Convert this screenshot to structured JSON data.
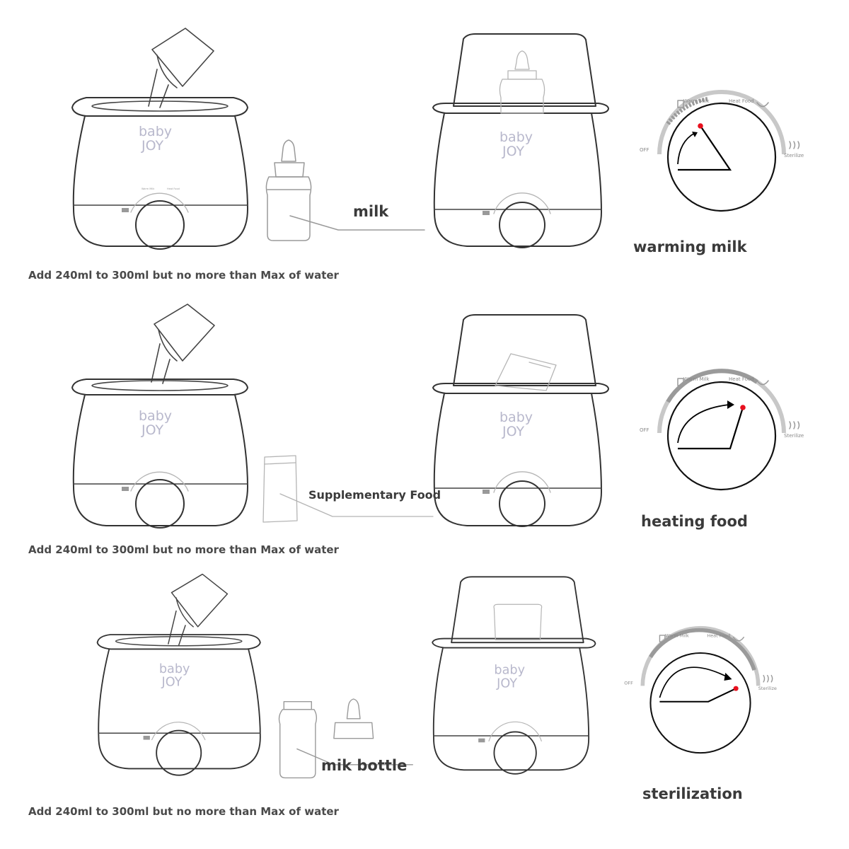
{
  "logo": {
    "line1": "baby",
    "line2": "JOY"
  },
  "dial": {
    "off": "OFF",
    "warm_milk": "Warm Milk",
    "heat_food": "Heat Food",
    "sterilize": "Sterilize"
  },
  "colors": {
    "line": "#333333",
    "pointer_dot": "#e8101e",
    "dial_arc": "#bfbfbf"
  },
  "rows": [
    {
      "caption": "Add 240ml to 300ml but no more than Max of water",
      "item_label": "milk",
      "mode_label": "warming milk",
      "dial_setting": "warm_milk"
    },
    {
      "caption": "Add 240ml to 300ml but no more than Max of water",
      "item_label": "Supplementary Food",
      "mode_label": "heating food",
      "dial_setting": "heat_food"
    },
    {
      "caption": "Add 240ml to 300ml but no more than Max of water",
      "item_label": "mik bottle",
      "mode_label": "sterilization",
      "dial_setting": "sterilize"
    }
  ]
}
